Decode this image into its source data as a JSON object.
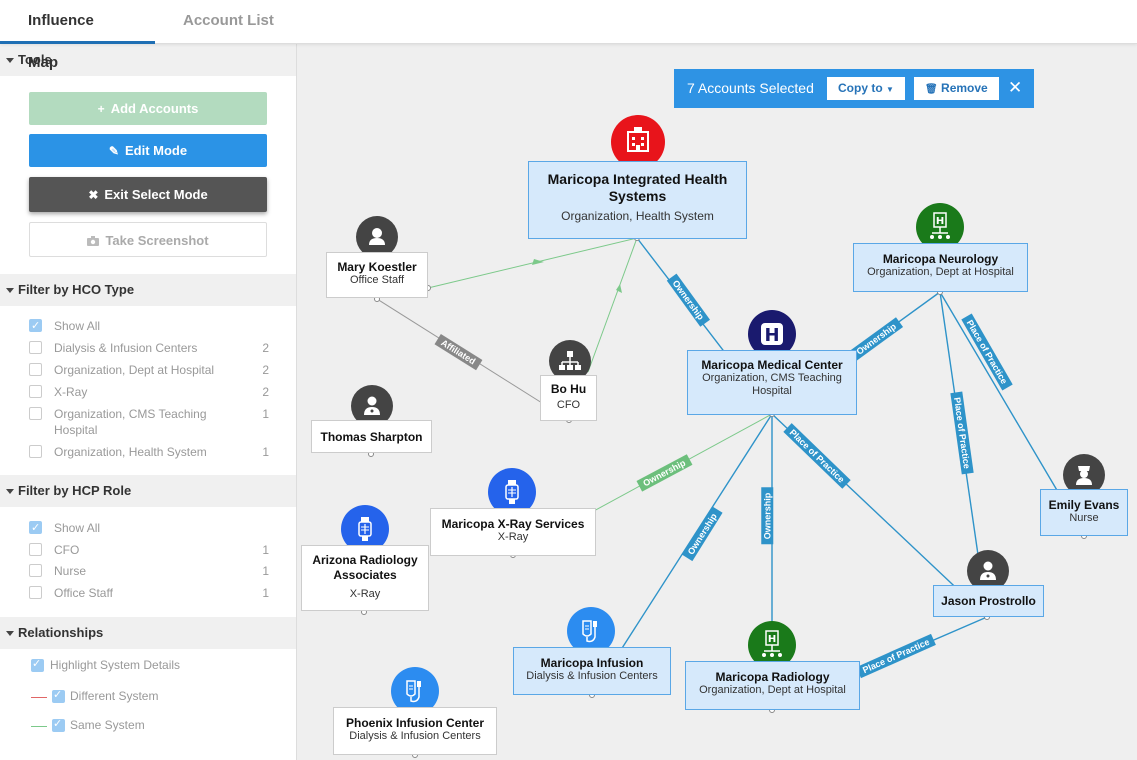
{
  "tabs": [
    {
      "label": "Influence Map",
      "active": true
    },
    {
      "label": "Account List",
      "active": false
    }
  ],
  "tools": {
    "header": "Tools",
    "add_accounts": "Add Accounts",
    "edit_mode": "Edit Mode",
    "exit_select_mode": "Exit Select Mode",
    "take_screenshot": "Take Screenshot"
  },
  "filter_hco": {
    "header": "Filter by HCO Type",
    "items": [
      {
        "label": "Show All",
        "count": "",
        "checked": true
      },
      {
        "label": "Dialysis & Infusion Centers",
        "count": "2",
        "checked": false
      },
      {
        "label": "Organization, Dept at Hospital",
        "count": "2",
        "checked": false
      },
      {
        "label": "X-Ray",
        "count": "2",
        "checked": false
      },
      {
        "label": "Organization, CMS Teaching Hospital",
        "count": "1",
        "checked": false
      },
      {
        "label": "Organization, Health System",
        "count": "1",
        "checked": false
      }
    ]
  },
  "filter_hcp": {
    "header": "Filter by HCP Role",
    "items": [
      {
        "label": "Show All",
        "count": "",
        "checked": true
      },
      {
        "label": "CFO",
        "count": "1",
        "checked": false
      },
      {
        "label": "Nurse",
        "count": "1",
        "checked": false
      },
      {
        "label": "Office Staff",
        "count": "1",
        "checked": false
      }
    ]
  },
  "relationships": {
    "header": "Relationships",
    "highlight": "Highlight System Details",
    "different": "Different System",
    "same": "Same System",
    "different_color": "#e06666",
    "same_color": "#7cc98a"
  },
  "selection_bar": {
    "count_text": "7 Accounts Selected",
    "copy_to": "Copy to",
    "remove": "Remove",
    "close": "✕"
  },
  "nodes": {
    "mihs": {
      "name": "Maricopa Integrated Health Systems",
      "sub": "Organization, Health System"
    },
    "neuro": {
      "name": "Maricopa Neurology",
      "sub": "Organization, Dept at Hospital"
    },
    "mmc": {
      "name": "Maricopa Medical Center",
      "sub": "Organization, CMS Teaching Hospital"
    },
    "mary": {
      "name": "Mary Koestler",
      "sub": "Office Staff"
    },
    "bohu": {
      "name": "Bo Hu",
      "sub": "CFO"
    },
    "thomas": {
      "name": "Thomas Sharpton",
      "sub": ""
    },
    "xray": {
      "name": "Maricopa X-Ray Services",
      "sub": "X-Ray"
    },
    "arizona": {
      "name": "Arizona Radiology Associates",
      "sub": "X-Ray"
    },
    "emily": {
      "name": "Emily Evans",
      "sub": "Nurse"
    },
    "jason": {
      "name": "Jason Prostrollo",
      "sub": ""
    },
    "infusion": {
      "name": "Maricopa Infusion",
      "sub": "Dialysis & Infusion Centers"
    },
    "radiology": {
      "name": "Maricopa Radiology",
      "sub": "Organization, Dept at Hospital"
    },
    "phoenix": {
      "name": "Phoenix Infusion Center",
      "sub": "Dialysis & Infusion Centers"
    }
  },
  "edge_labels": {
    "ownership": "Ownership",
    "affiliated": "Affiliated",
    "place_of_practice": "Place of Practice"
  },
  "colors": {
    "ownership_edge": "#2e93c9",
    "same_system_edge": "#7cc98a",
    "affiliated_edge": "#999999",
    "health_system_icon": "#e8141b",
    "dept_icon": "#1a7a1a",
    "hospital_icon": "#1a1a6e",
    "xray_icon": "#2563eb",
    "infusion_icon": "#2c8cf0",
    "person_icon": "#444444"
  }
}
